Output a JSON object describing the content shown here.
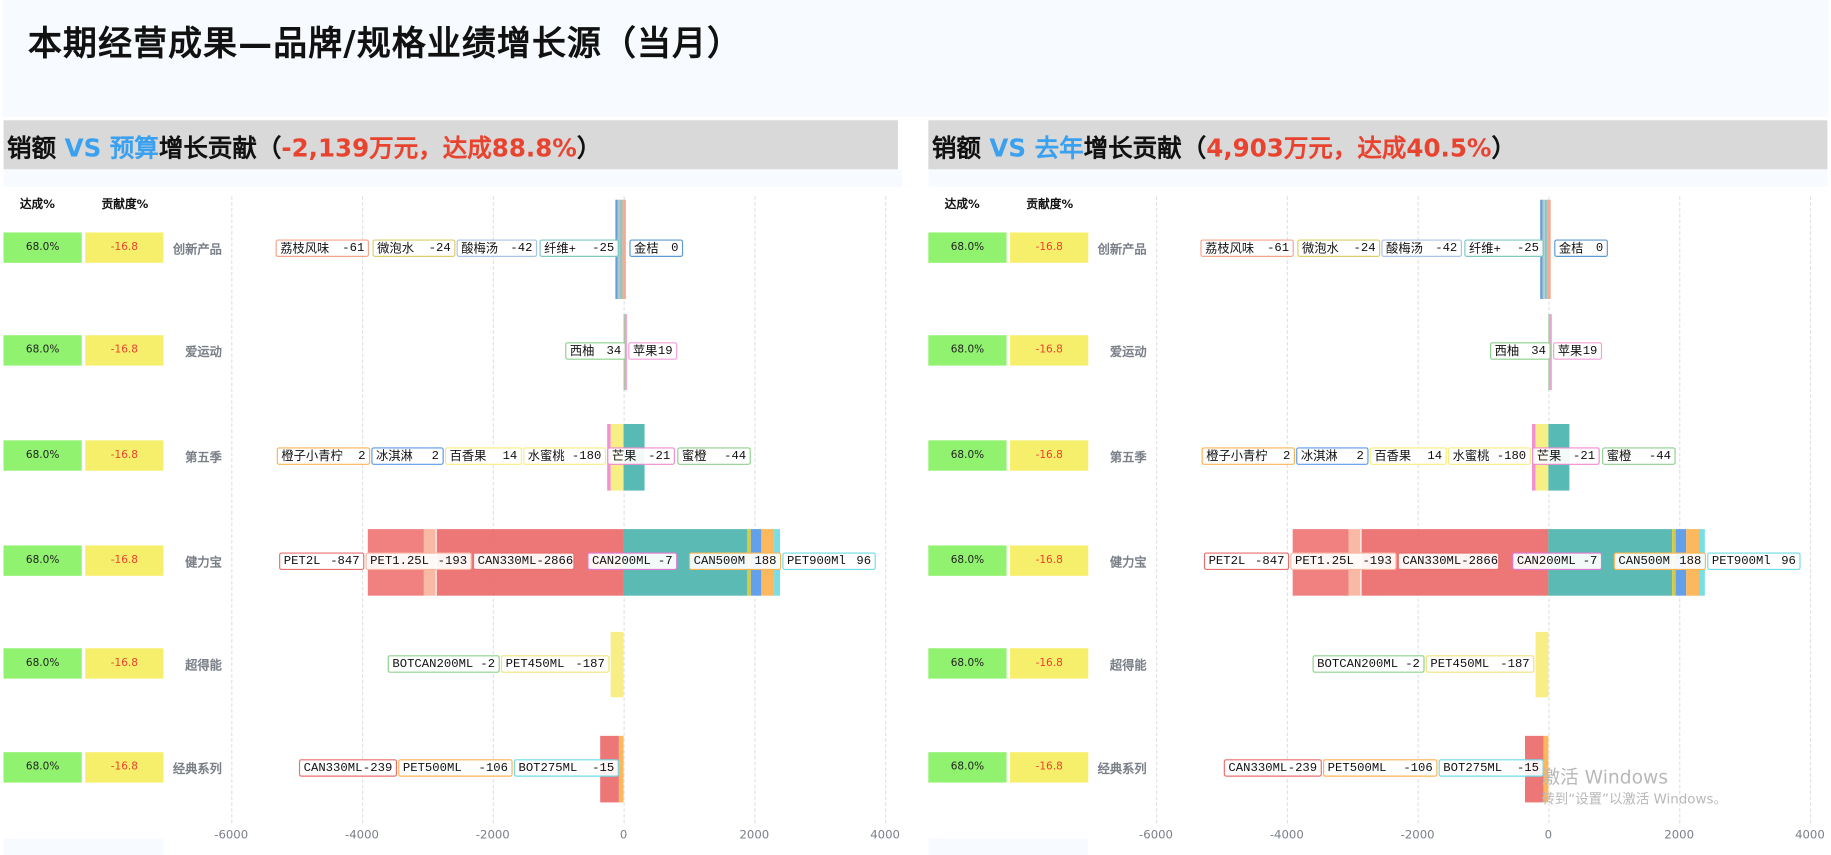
{
  "page_title": "本期经营成果—品牌/规格业绩增长源（当月）",
  "colors": {
    "achievement_bg": "#90f26f",
    "contribution_bg": "#f6ef6c",
    "highlight_blue": "#3aa0f0",
    "highlight_red": "#e8432f",
    "header_bg": "#d9d9d9"
  },
  "panels": [
    {
      "header": {
        "prefix": "销额 ",
        "vs": "VS 预算",
        "middle": "增长贡献（",
        "figure": "-2,139万元，达成88.8%",
        "suffix": "）"
      }
    },
    {
      "header": {
        "prefix": "销额 ",
        "vs": "VS 去年",
        "middle": "增长贡献（",
        "figure": "4,903万元，达成40.5%",
        "suffix": "）"
      }
    }
  ],
  "column_headers": {
    "achievement": "达成%",
    "contribution": "贡献度%"
  },
  "chart_data": {
    "type": "bar",
    "orientation": "horizontal-stacked",
    "xlim": [
      -6000,
      4000
    ],
    "x_ticks": [
      "-6000",
      "-4000",
      "-2000",
      "0",
      "2000",
      "4000"
    ],
    "grid": true,
    "rows": [
      {
        "category": "创新产品",
        "achievement": "68.0%",
        "contribution": "-16.8",
        "labels": [
          {
            "name": "荔枝风味",
            "value": "-61",
            "color": "#f5a58c"
          },
          {
            "name": "微泡水",
            "value": "-24",
            "color": "#d9cf6a"
          },
          {
            "name": "酸梅汤",
            "value": "-42",
            "color": "#a9c4e8"
          },
          {
            "name": "纤维+",
            "value": "-25",
            "color": "#7ec8c0"
          },
          {
            "name": "金桔",
            "value": "0",
            "color": "#5b9bd5"
          }
        ],
        "segments": [
          {
            "from": -125,
            "to": -90,
            "color": "#5b9bd5"
          },
          {
            "from": -90,
            "to": -55,
            "color": "#b4c0cc"
          },
          {
            "from": -55,
            "to": -20,
            "color": "#7ec8c0"
          },
          {
            "from": -20,
            "to": 30,
            "color": "#f5a58c"
          }
        ]
      },
      {
        "category": "爱运动",
        "achievement": "68.0%",
        "contribution": "-16.8",
        "labels": [
          {
            "name": "西柚",
            "value": "34",
            "color": "#8fd18f"
          },
          {
            "name": "苹果",
            "value": "19",
            "color": "#f0a0d8"
          }
        ],
        "segments": [
          {
            "from": 0,
            "to": 20,
            "color": "#8fd18f"
          },
          {
            "from": 20,
            "to": 40,
            "color": "#f0a0d8"
          }
        ]
      },
      {
        "category": "第五季",
        "achievement": "68.0%",
        "contribution": "-16.8",
        "labels": [
          {
            "name": "橙子小青柠",
            "value": "2",
            "color": "#fbb454"
          },
          {
            "name": "冰淇淋",
            "value": "2",
            "color": "#5b9bea"
          },
          {
            "name": "百香果",
            "value": "14",
            "color": "#f7ee7f"
          },
          {
            "name": "水蜜桃",
            "value": "-180",
            "color": "#f7ee7f"
          },
          {
            "name": "芒果",
            "value": "-21",
            "color": "#f08ad0"
          },
          {
            "name": "蜜橙",
            "value": "-44",
            "color": "#8fd18f"
          }
        ],
        "segments": [
          {
            "from": -250,
            "to": -200,
            "color": "#f08ad0"
          },
          {
            "from": -200,
            "to": 0,
            "color": "#f7ee7f"
          },
          {
            "from": 0,
            "to": 320,
            "color": "#4fb6b0"
          }
        ]
      },
      {
        "category": "健力宝",
        "achievement": "68.0%",
        "contribution": "-16.8",
        "labels": [
          {
            "name": "PET2L",
            "value": "-847",
            "color": "#ec6f6f"
          },
          {
            "name": "PET1.25L",
            "value": "-193",
            "color": "#f9b5a0"
          },
          {
            "name": "CAN330ML",
            "value": "-2866",
            "color": "#ec6f6f"
          },
          {
            "name": "CAN200ML",
            "value": "-7",
            "color": "#e07ad0"
          },
          {
            "name": "CAN500M",
            "value": "188",
            "color": "#fbb454"
          },
          {
            "name": "PET900Ml",
            "value": "96",
            "color": "#6fdce6"
          }
        ],
        "segments": [
          {
            "from": -3906,
            "to": -3059,
            "color": "#f07a7a"
          },
          {
            "from": -3059,
            "to": -2866,
            "color": "#f9b5a0"
          },
          {
            "from": -2866,
            "to": 0,
            "color": "#ec6f6f"
          },
          {
            "from": 0,
            "to": 1890,
            "color": "#52b7b0"
          },
          {
            "from": 1890,
            "to": 1950,
            "color": "#d4c73a"
          },
          {
            "from": 1950,
            "to": 2110,
            "color": "#5b9bea"
          },
          {
            "from": 2110,
            "to": 2310,
            "color": "#fbb454"
          },
          {
            "from": 2310,
            "to": 2400,
            "color": "#6fdce6"
          }
        ]
      },
      {
        "category": "超得能",
        "achievement": "68.0%",
        "contribution": "-16.8",
        "labels": [
          {
            "name": "BOTCAN200ML",
            "value": "-2",
            "color": "#8fd18f"
          },
          {
            "name": "PET450ML",
            "value": "-187",
            "color": "#f0e47a"
          }
        ],
        "segments": [
          {
            "from": -200,
            "to": 0,
            "color": "#f7ee7f"
          }
        ]
      },
      {
        "category": "经典系列",
        "achievement": "68.0%",
        "contribution": "-16.8",
        "labels": [
          {
            "name": "CAN330ML",
            "value": "-239",
            "color": "#ec6f6f"
          },
          {
            "name": "PET500ML",
            "value": "-106",
            "color": "#fbb454"
          },
          {
            "name": "BOT275ML",
            "value": "-15",
            "color": "#6fdce6"
          }
        ],
        "segments": [
          {
            "from": -360,
            "to": -70,
            "color": "#ec6f6f"
          },
          {
            "from": -70,
            "to": 0,
            "color": "#fbb454"
          }
        ]
      }
    ]
  },
  "watermark": {
    "line1": "激活 Windows",
    "line2": "转到“设置”以激活 Windows。"
  }
}
